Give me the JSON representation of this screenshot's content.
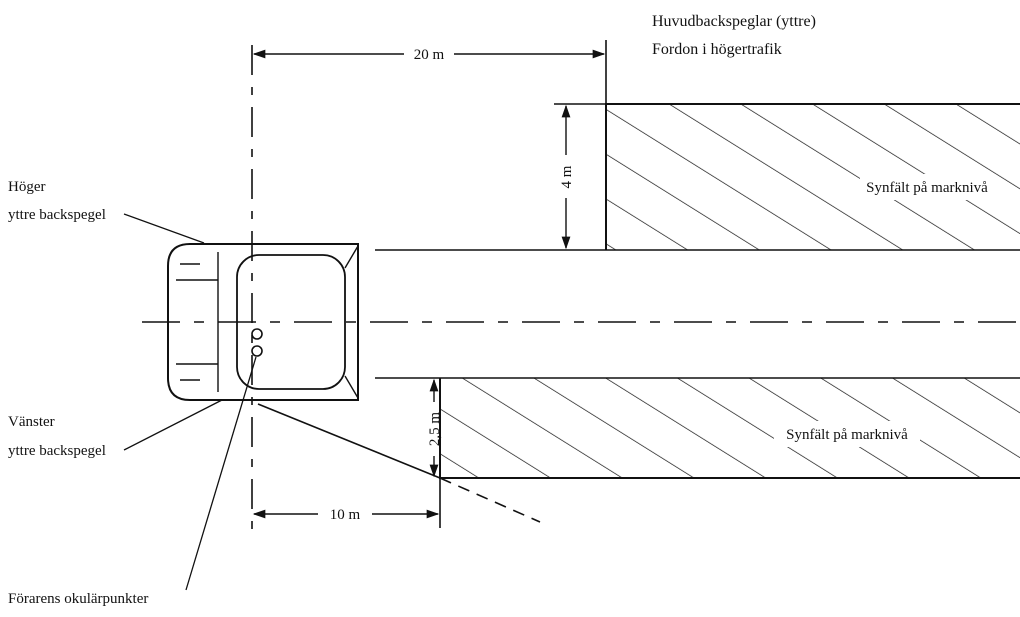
{
  "title": {
    "line1": "Huvudbackspeglar (yttre)",
    "line2": "Fordon i högertrafik"
  },
  "labels": {
    "right_mirror_line1": "Höger",
    "right_mirror_line2": "yttre backspegel",
    "left_mirror_line1": "Vänster",
    "left_mirror_line2": "yttre backspegel",
    "driver_eyes": "Förarens okulärpunkter",
    "field_upper": "Synfält på marknivå",
    "field_lower": "Synfält på marknivå"
  },
  "dimensions": {
    "distance_upper": "20 m",
    "distance_lower": "10 m",
    "width_upper": "4 m",
    "width_lower": "2,5 m"
  }
}
